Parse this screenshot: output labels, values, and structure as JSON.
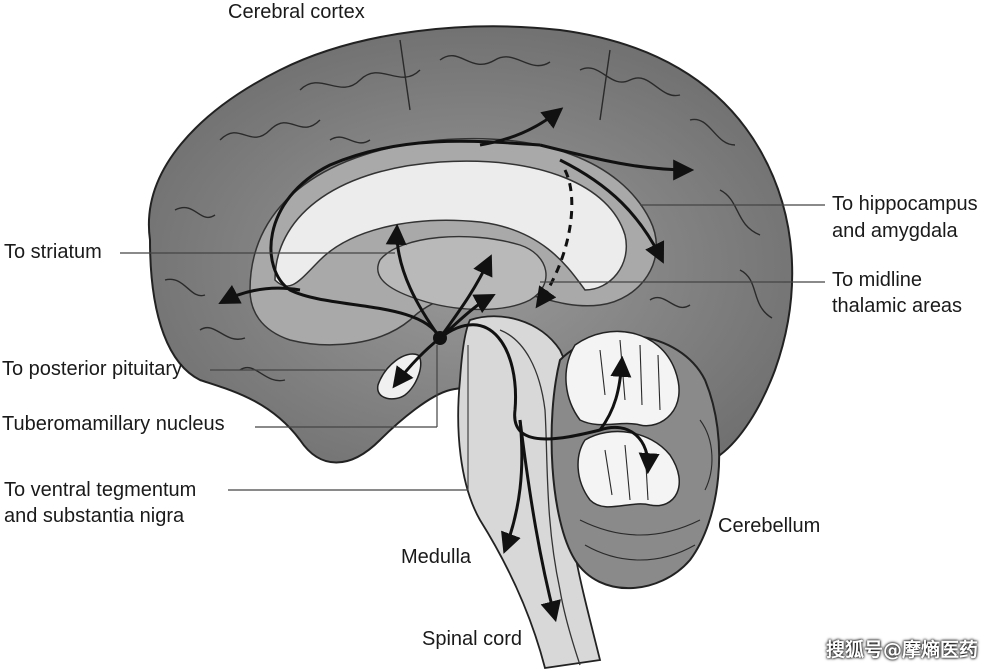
{
  "labels": {
    "cerebral_cortex": "Cerebral cortex",
    "to_hippocampus_line1": "To hippocampus",
    "to_hippocampus_line2": "and amygdala",
    "to_striatum": "To striatum",
    "to_midline_line1": "To midline",
    "to_midline_line2": "thalamic areas",
    "to_posterior_pituitary": "To posterior pituitary",
    "tuberomamillary_nucleus": "Tuberomamillary nucleus",
    "to_ventral_line1": "To ventral tegmentum",
    "to_ventral_line2": "and substantia nigra",
    "cerebellum": "Cerebellum",
    "medulla": "Medulla",
    "spinal_cord": "Spinal cord"
  },
  "watermark": "搜狐号@摩熵医药",
  "colors": {
    "cortex": "#7b7b7b",
    "inner_gray": "#a8a8a8",
    "light_region": "#e6e6e6",
    "line": "#111111"
  }
}
